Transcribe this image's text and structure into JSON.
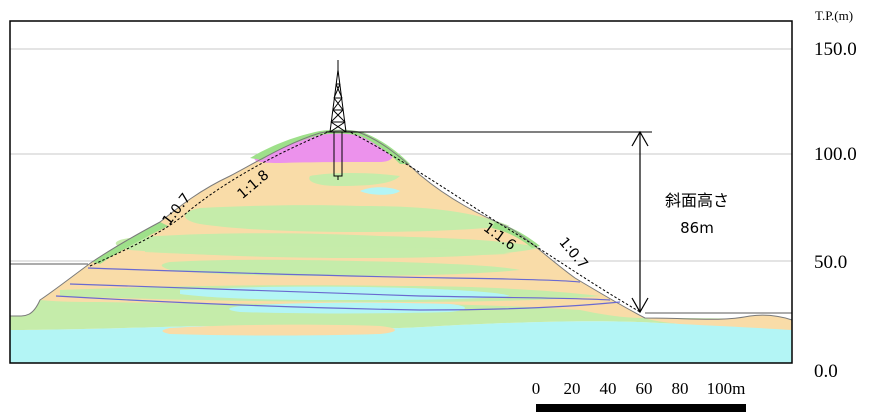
{
  "axis": {
    "unit_label": "T.P.(m)",
    "ticks": [
      {
        "value": 150,
        "label": "150.0"
      },
      {
        "value": 100,
        "label": "100.0"
      },
      {
        "value": 50,
        "label": "50.0"
      },
      {
        "value": 0,
        "label": "0.0"
      }
    ]
  },
  "scale_bar": {
    "labels": [
      "0",
      "20",
      "40",
      "60",
      "80",
      "100m"
    ]
  },
  "slope_labels": {
    "left_outer": "1:0.7",
    "left_inner": "1:1.8",
    "right_inner": "1:1.6",
    "right_outer": "1:0.7"
  },
  "height_annotation": {
    "title": "斜面高さ",
    "value": "86m"
  },
  "colors": {
    "sky": "#ffffff",
    "frame": "#000000",
    "gridline": "#c8c8c8",
    "tan_layer": "#f9dca8",
    "green_layer": "#c5ecaa",
    "cyan_layer": "#b3f5f5",
    "pink_layer": "#ec92ec",
    "bright_green": "#9ee08a",
    "blue_line": "#6a6ad0",
    "outline": "#7a7a7a"
  },
  "icons": {
    "tower": "transmission-tower-icon"
  }
}
